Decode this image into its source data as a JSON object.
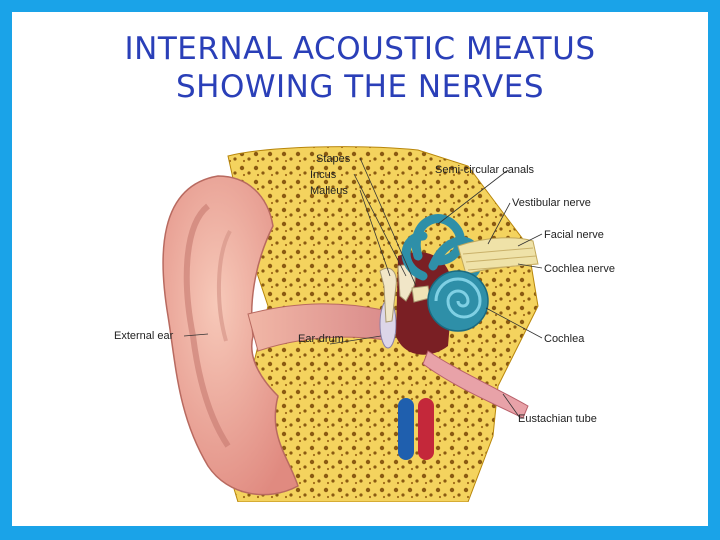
{
  "slide": {
    "title_line1": "INTERNAL ACOUSTIC MEATUS",
    "title_line2": "SHOWING THE NERVES"
  },
  "diagram": {
    "labels": {
      "stapes": "Stapes",
      "incus": "Incus",
      "malleus": "Malleus",
      "semicircular": "Semi-circular canals",
      "vestibular": "Vestibular nerve",
      "facial": "Facial nerve",
      "cochlea_nerve": "Cochlea nerve",
      "cochlea": "Cochlea",
      "external_ear": "External ear",
      "ear_drum": "Ear-drum",
      "eustachian": "Eustachian tube"
    },
    "colors": {
      "skin": "#f2b8a8",
      "bone": "#f6d86a",
      "inner_ear": "#2e8fa8",
      "vein": "#1f5fae",
      "artery": "#c4283a"
    }
  }
}
